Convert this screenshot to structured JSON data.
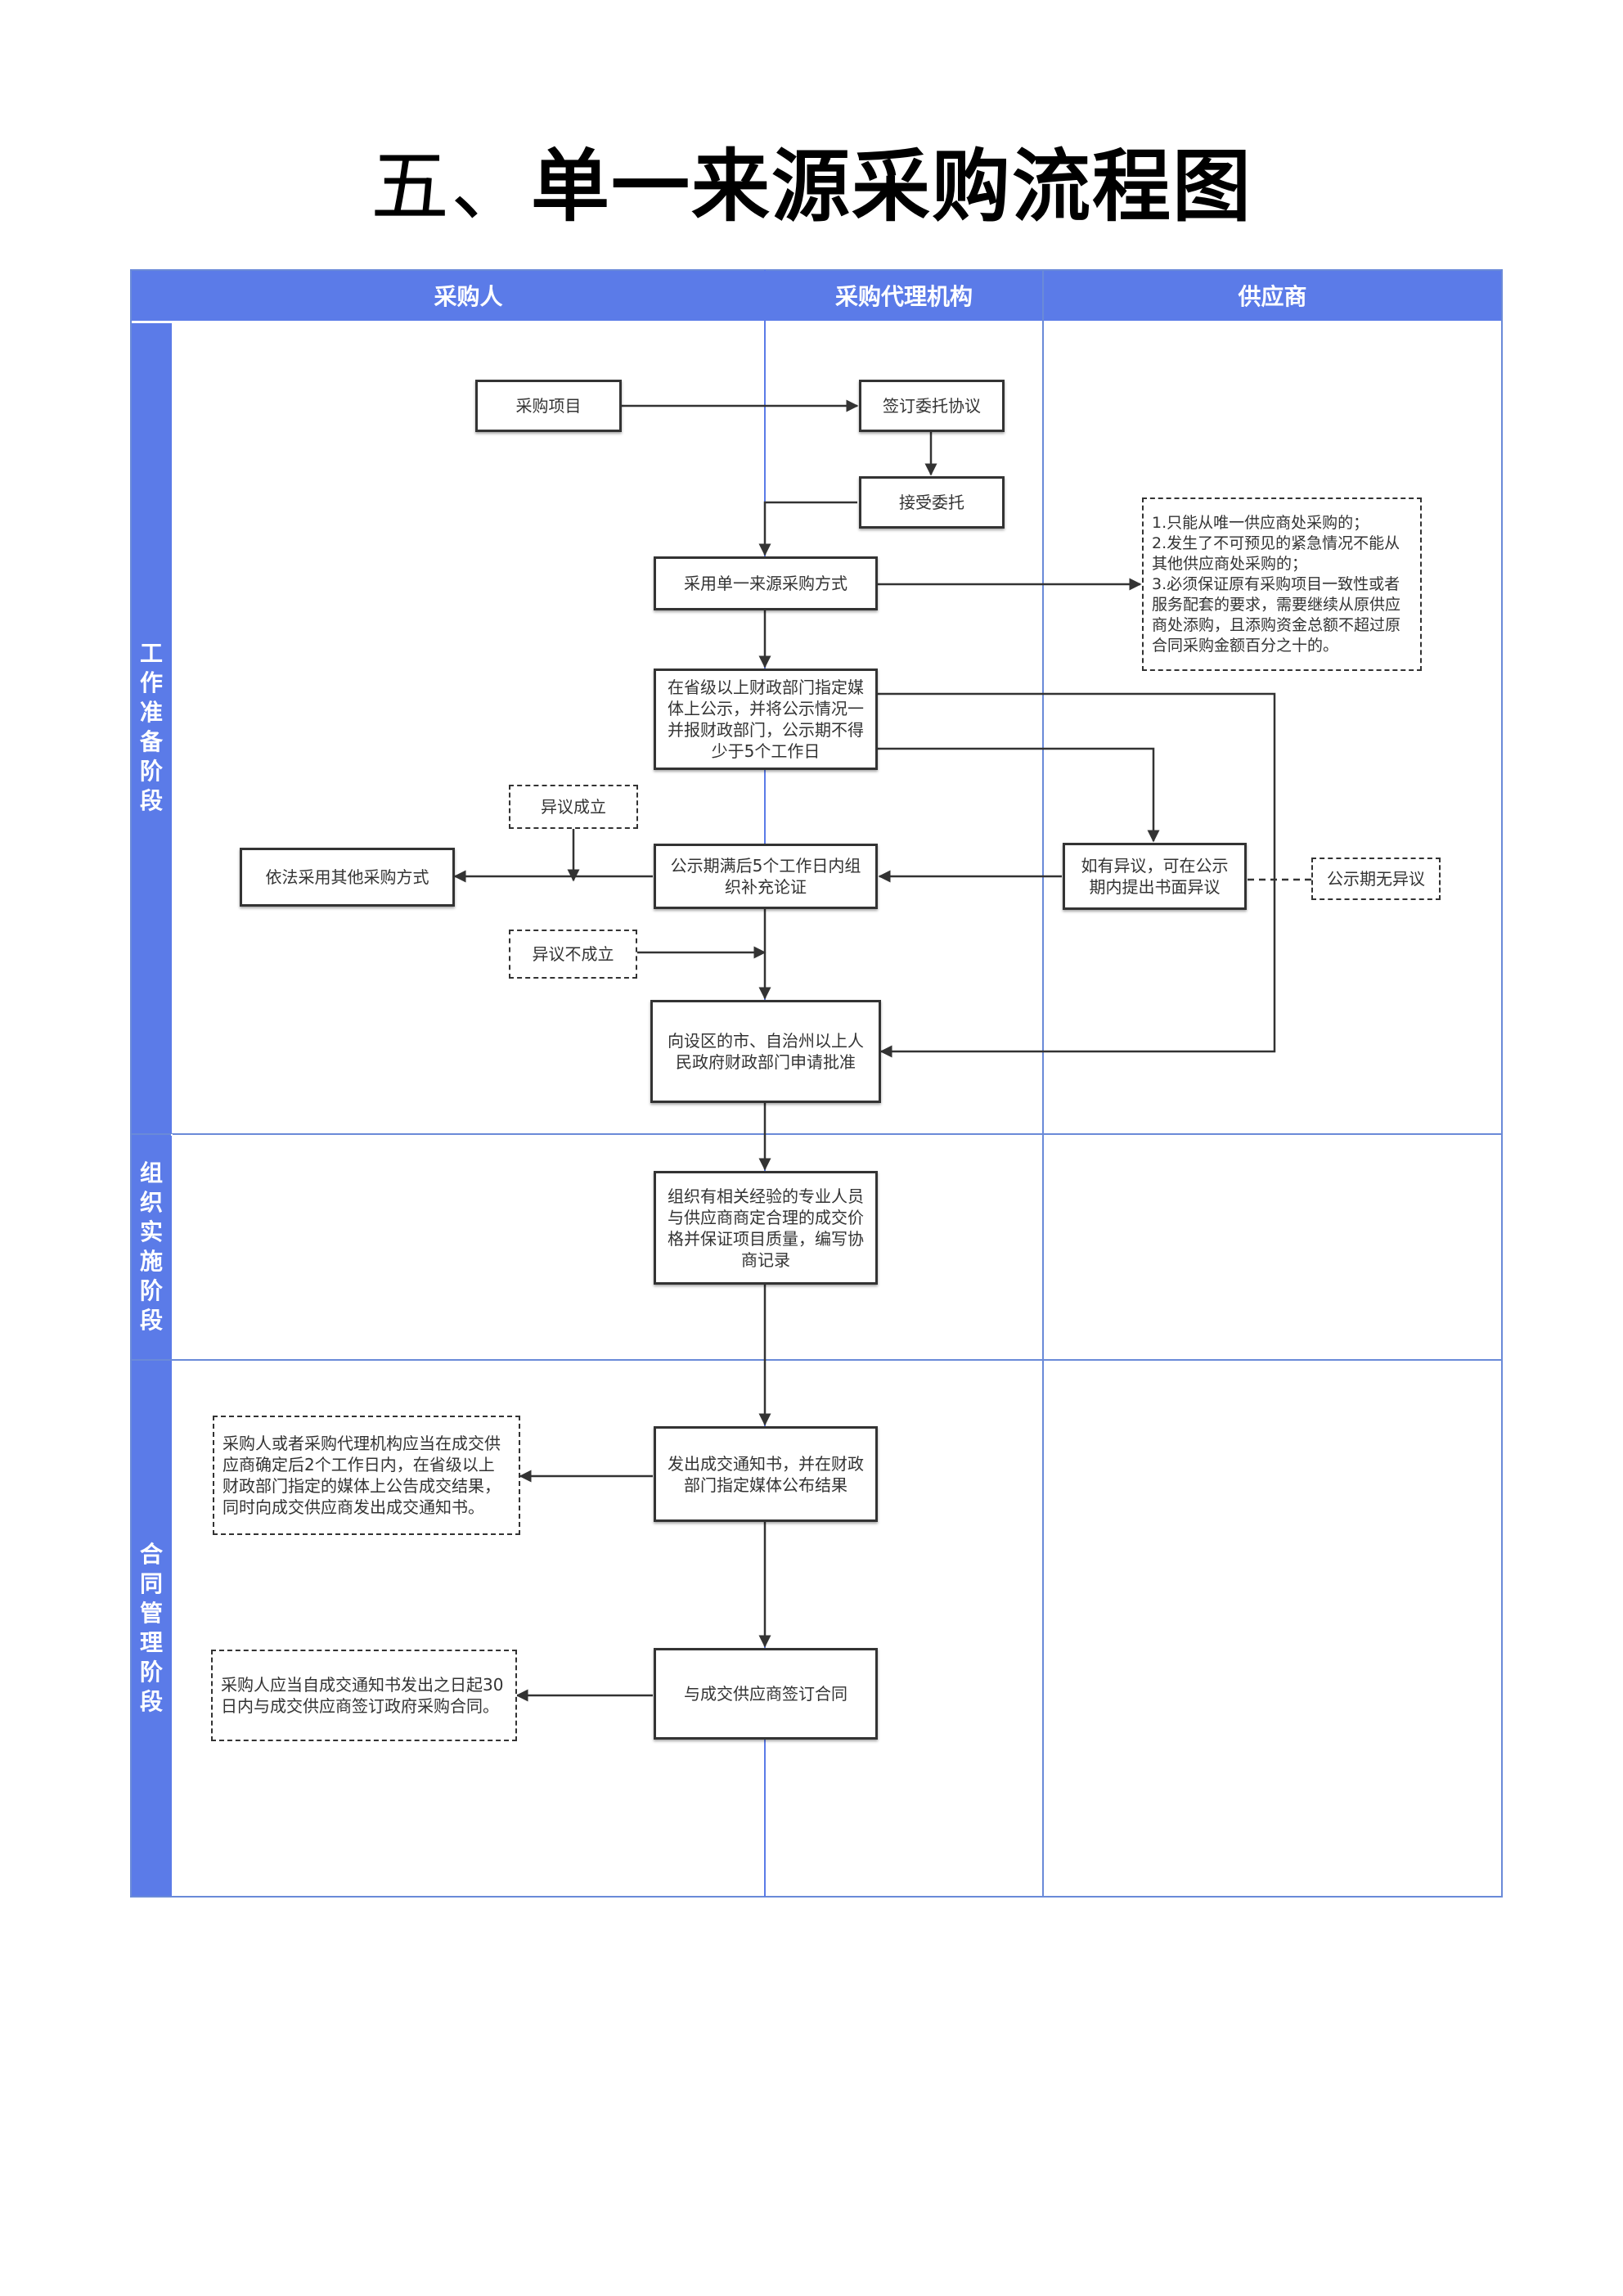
{
  "title": {
    "prefix": "五、",
    "main": "单一来源采购流程图"
  },
  "lanes": [
    "采购人",
    "采购代理机构",
    "供应商"
  ],
  "stages": [
    "工作准备阶段",
    "组织实施阶段",
    "合同管理阶段"
  ],
  "nodes": {
    "n1": "采购项目",
    "n2": "签订委托协议",
    "n3": "接受委托",
    "n4": "采用单一来源采购方式",
    "n5": "在省级以上财政部门指定媒体上公示，并将公示情况一并报财政部门，公示期不得少于5个工作日",
    "n6": "公示期满后5个工作日内组织补充论证",
    "n7": "依法采用其他采购方式",
    "n8": "如有异议，可在公示期内提出书面异议",
    "n9": "公示期无异议",
    "n10": "异议成立",
    "n11": "异议不成立",
    "n12": "向设区的市、自治州以上人民政府财政部门申请批准",
    "n13": "组织有相关经验的专业人员与供应商商定合理的成交价格并保证项目质量，编写协商记录",
    "n14": "发出成交通知书，并在财政部门指定媒体公布结果",
    "n15": "采购人或者采购代理机构应当在成交供应商确定后2个工作日内，在省级以上财政部门指定的媒体上公告成交结果，同时向成交供应商发出成交通知书。",
    "n16": "与成交供应商签订合同",
    "n17": "采购人应当自成交通知书发出之日起30日内与成交供应商签订政府采购合同。",
    "note": [
      "1.只能从唯一供应商处采购的；",
      "2.发生了不可预见的紧急情况不能从其他供应商处采购的；",
      "3.必须保证原有采购项目一致性或者服务配套的要求，需要继续从原供应商处添购，且添购资金总额不超过原合同采购金额百分之十的。"
    ]
  },
  "colors": {
    "header": "#5b7be8",
    "lane_line": "#6a8ad8",
    "box_border": "#333333",
    "arrow": "#333333"
  }
}
